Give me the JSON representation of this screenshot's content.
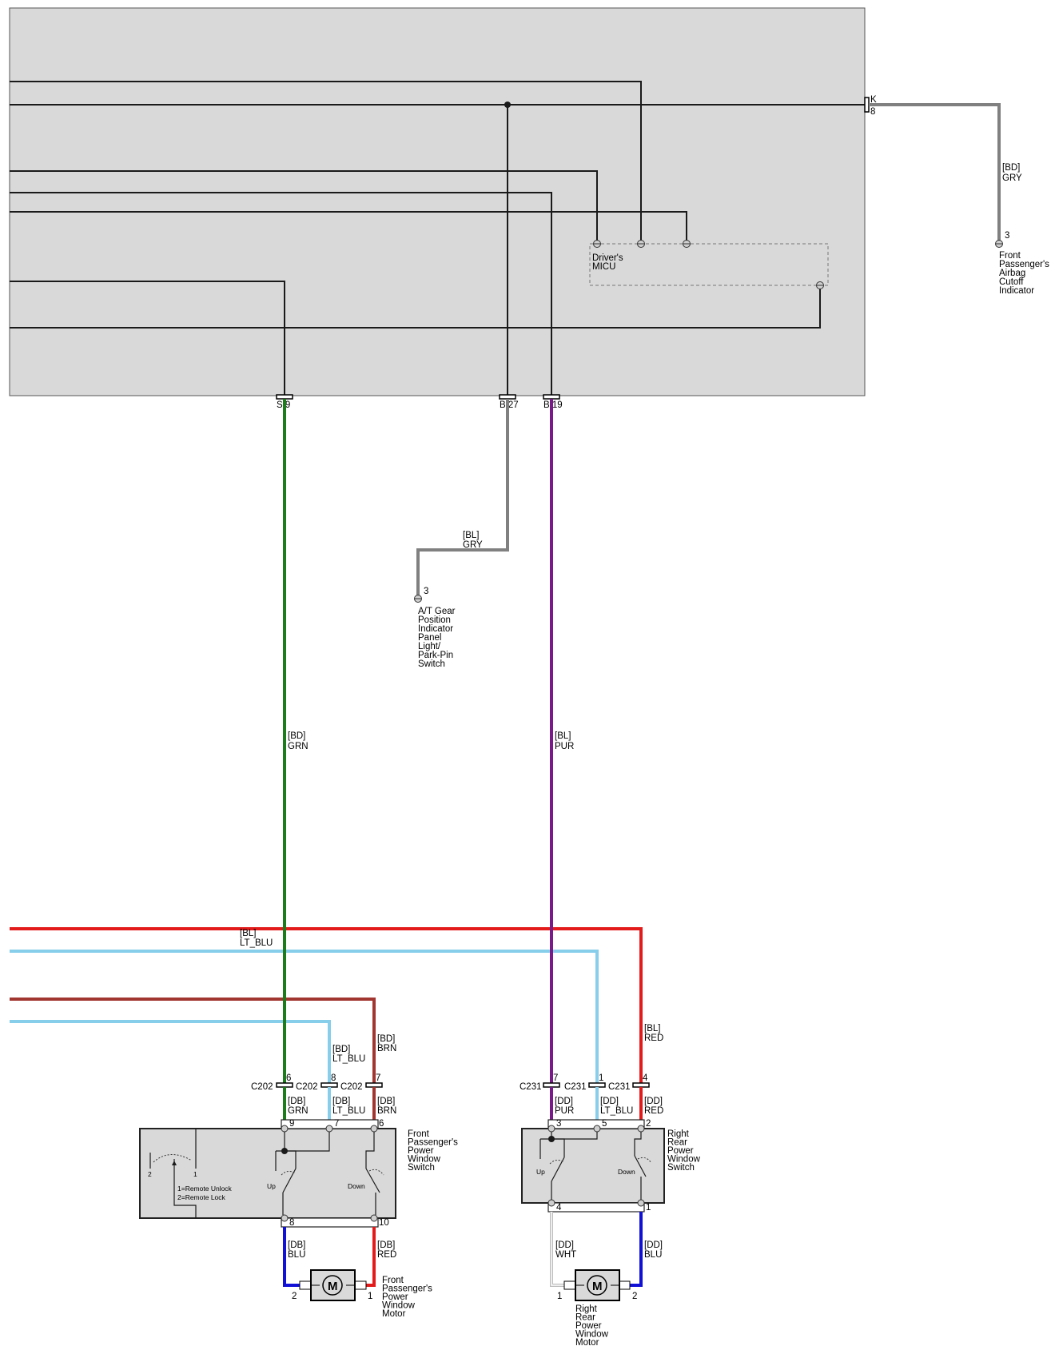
{
  "colors": {
    "green": "#1a7d1a",
    "purple": "#7a1a8a",
    "gray": "#808080",
    "red": "#e31b1b",
    "light_blue": "#87ceeb",
    "brown": "#a13530",
    "blue": "#1010d6",
    "white_wire": "#bcbcbc",
    "module_fill": "#d9d9d9",
    "black": "#1a1a1a"
  },
  "module": {
    "micu_label_line1": "Driver's",
    "micu_label_line2": "MICU",
    "conn_k": "K",
    "conn_k_pin": "8",
    "pin_s9": "S 9",
    "pin_b27": "B 27",
    "pin_b19": "B 19"
  },
  "airbag_branch": {
    "wire_code": "[BD]",
    "wire_color": "GRY",
    "pin": "3",
    "component_lines": [
      "Front",
      "Passenger's",
      "Airbag",
      "Cutoff",
      "Indicator"
    ]
  },
  "gear_branch": {
    "wire_code": "[BL]",
    "wire_color": "GRY",
    "pin": "3",
    "component_lines": [
      "A/T Gear",
      "Position",
      "Indicator",
      "Panel",
      "Light/",
      "Park-Pin",
      "Switch"
    ]
  },
  "main_wires": {
    "green_code": "[BD]",
    "green_color": "GRN",
    "purple_code": "[BL]",
    "purple_color": "PUR",
    "lt_blu_code": "[BL]",
    "lt_blu_color": "LT_BLU"
  },
  "front_switch": {
    "lt_blu_code": "[BD]",
    "lt_blu_color": "LT_BLU",
    "brn_code": "[BD]",
    "brn_color": "BRN",
    "c202_a": "C202",
    "c202_b": "C202",
    "c202_c": "C202",
    "c202_pin_a": "6",
    "c202_pin_b": "8",
    "c202_pin_c": "7",
    "db_grn_code": "[DB]",
    "db_grn_color": "GRN",
    "db_ltblu_code": "[DB]",
    "db_ltblu_color": "LT_BLU",
    "db_brn_code": "[DB]",
    "db_brn_color": "BRN",
    "sw_pin_9": "9",
    "sw_pin_7": "7",
    "sw_pin_6": "6",
    "sw_pin_8": "8",
    "sw_pin_10": "10",
    "up": "Up",
    "down": "Down",
    "remote_pin_2": "2",
    "remote_pin_1": "1",
    "remote_unlock": "1=Remote Unlock",
    "remote_lock": "2=Remote Lock",
    "name_lines": [
      "Front",
      "Passenger's",
      "Power",
      "Window",
      "Switch"
    ],
    "blu_code": "[DB]",
    "blu_color": "BLU",
    "red_code": "[DB]",
    "red_color": "RED",
    "motor_pin_2": "2",
    "motor_pin_1": "1",
    "motor_symbol": "M",
    "motor_lines": [
      "Front",
      "Passenger's",
      "Power",
      "Window",
      "Motor"
    ]
  },
  "rear_switch": {
    "red_code": "[BL]",
    "red_color": "RED",
    "c231_a": "C231",
    "c231_b": "C231",
    "c231_c": "C231",
    "c231_pin_a": "7",
    "c231_pin_b": "1",
    "c231_pin_c": "4",
    "dd_pur_code": "[DD]",
    "dd_pur_color": "PUR",
    "dd_ltblu_code": "[DD]",
    "dd_ltblu_color": "LT_BLU",
    "dd_red_code": "[DD]",
    "dd_red_color": "RED",
    "sw_pin_3": "3",
    "sw_pin_5": "5",
    "sw_pin_2": "2",
    "sw_pin_4": "4",
    "sw_pin_1": "1",
    "up": "Up",
    "down": "Down",
    "name_lines": [
      "Right",
      "Rear",
      "Power",
      "Window",
      "Switch"
    ],
    "wht_code": "[DD]",
    "wht_color": "WHT",
    "blu_code": "[DD]",
    "blu_color": "BLU",
    "motor_pin_1": "1",
    "motor_pin_2": "2",
    "motor_symbol": "M",
    "motor_lines": [
      "Right",
      "Rear",
      "Power",
      "Window",
      "Motor"
    ]
  }
}
